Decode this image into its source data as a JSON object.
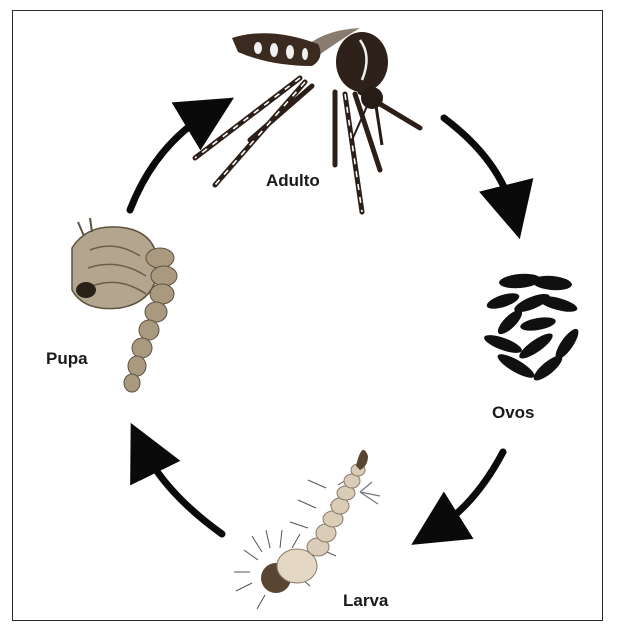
{
  "diagram": {
    "type": "life-cycle",
    "stages": [
      {
        "id": "adulto",
        "label": "Adulto",
        "icon": "mosquito-adult-icon"
      },
      {
        "id": "ovos",
        "label": "Ovos",
        "icon": "eggs-icon"
      },
      {
        "id": "larva",
        "label": "Larva",
        "icon": "larva-icon"
      },
      {
        "id": "pupa",
        "label": "Pupa",
        "icon": "pupa-icon"
      }
    ],
    "flow": [
      "adulto",
      "ovos",
      "larva",
      "pupa",
      "adulto"
    ],
    "colors": {
      "arrow": "#0a0a0a",
      "label": "#1a1a1a",
      "mosquito_body": "#3a2a20",
      "egg": "#101010",
      "larva": "#d9cdb8",
      "pupa": "#b3a58e"
    }
  }
}
